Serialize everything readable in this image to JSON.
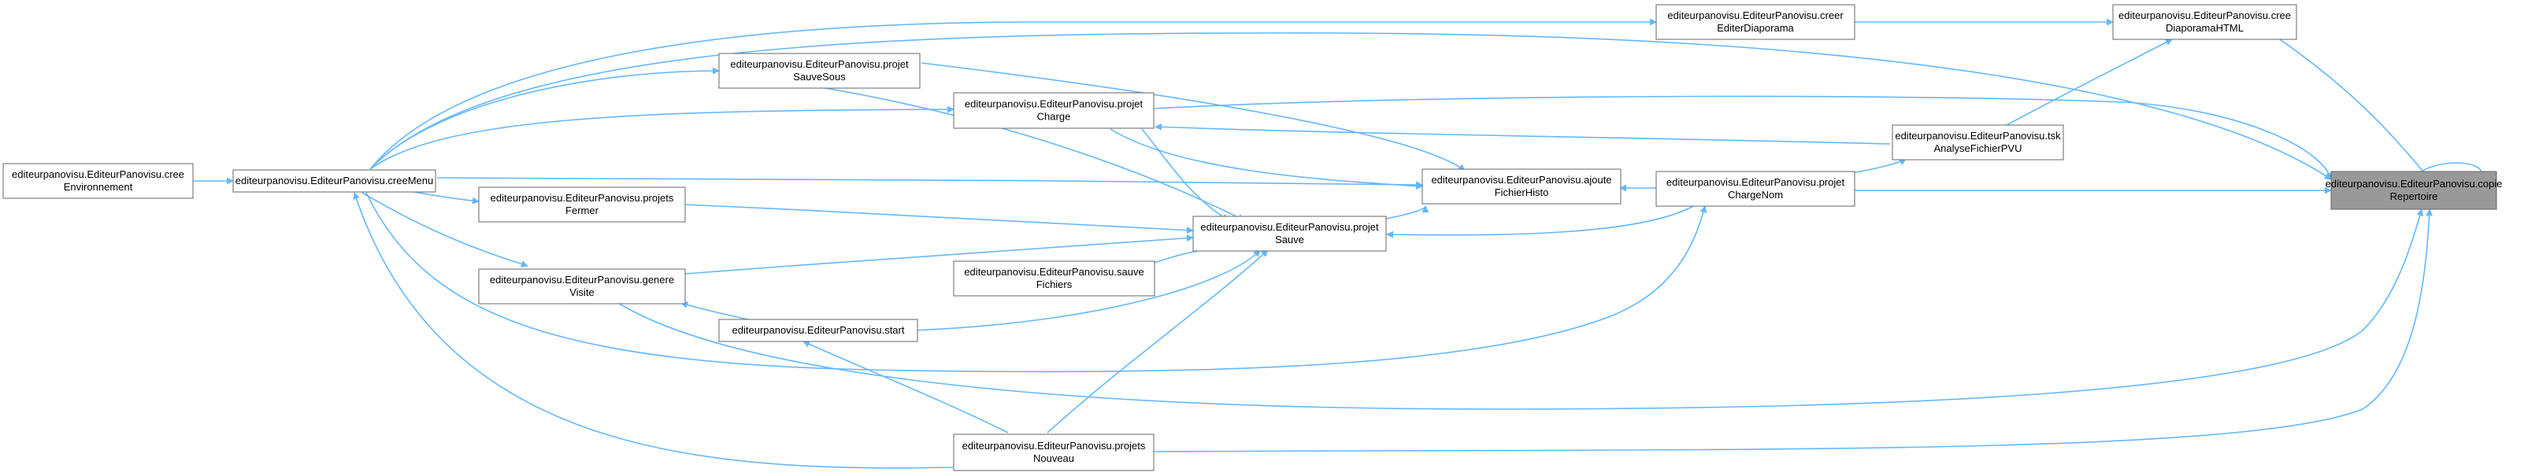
{
  "graph": {
    "edge_color": "#63b8ff",
    "node_border": "#666666",
    "focus_fill": "#999999",
    "nodes": [
      {
        "id": "copieRepertoire",
        "lines": [
          "editeurpanovisu.EditeurPanovisu.copie",
          "Repertoire"
        ],
        "focus": true
      },
      {
        "id": "creeDiaporamaHTML",
        "lines": [
          "editeurpanovisu.EditeurPanovisu.cree",
          "DiaporamaHTML"
        ]
      },
      {
        "id": "creerEditerDiaporama",
        "lines": [
          "editeurpanovisu.EditeurPanovisu.creer",
          "EditerDiaporama"
        ]
      },
      {
        "id": "tskAnalyseFichierPVU",
        "lines": [
          "editeurpanovisu.EditeurPanovisu.tsk",
          "AnalyseFichierPVU"
        ]
      },
      {
        "id": "projetChargeNom",
        "lines": [
          "editeurpanovisu.EditeurPanovisu.projet",
          "ChargeNom"
        ]
      },
      {
        "id": "ajouteFichierHisto",
        "lines": [
          "editeurpanovisu.EditeurPanovisu.ajoute",
          "FichierHisto"
        ]
      },
      {
        "id": "projetSauve",
        "lines": [
          "editeurpanovisu.EditeurPanovisu.projet",
          "Sauve"
        ]
      },
      {
        "id": "sauveFichiers",
        "lines": [
          "editeurpanovisu.EditeurPanovisu.sauve",
          "Fichiers"
        ]
      },
      {
        "id": "projetCharge",
        "lines": [
          "editeurpanovisu.EditeurPanovisu.projet",
          "Charge"
        ]
      },
      {
        "id": "projetSauveSous",
        "lines": [
          "editeurpanovisu.EditeurPanovisu.projet",
          "SauveSous"
        ]
      },
      {
        "id": "projetsNouveau",
        "lines": [
          "editeurpanovisu.EditeurPanovisu.projets",
          "Nouveau"
        ]
      },
      {
        "id": "start",
        "lines": [
          "editeurpanovisu.EditeurPanovisu.start"
        ]
      },
      {
        "id": "genereVisite",
        "lines": [
          "editeurpanovisu.EditeurPanovisu.genere",
          "Visite"
        ]
      },
      {
        "id": "projetsFermer",
        "lines": [
          "editeurpanovisu.EditeurPanovisu.projets",
          "Fermer"
        ]
      },
      {
        "id": "creeMenu",
        "lines": [
          "editeurpanovisu.EditeurPanovisu.creeMenu"
        ]
      },
      {
        "id": "creeEnvironnement",
        "lines": [
          "editeurpanovisu.EditeurPanovisu.cree",
          "Environnement"
        ]
      }
    ]
  }
}
